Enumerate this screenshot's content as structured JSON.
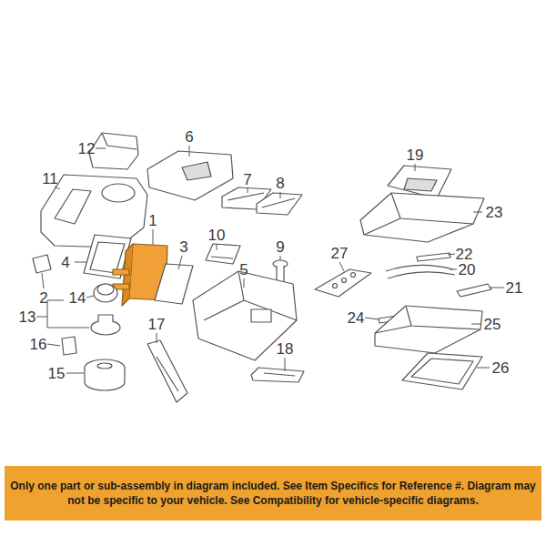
{
  "diagram": {
    "nodes": [
      {
        "text": [
          "Only one part or sub-assembly in diagram included. See Item Specifics for Reference #. Diagram may not be specific to your vehicle. See Compatibility for vehicle-specific diagrams."
        ]
      }
    ],
    "labels": [
      "6",
      "12",
      "19",
      "11",
      "7",
      "8",
      "23",
      "1",
      "10",
      "3",
      "9",
      "27",
      "22",
      "4",
      "5",
      "20",
      "21",
      "2",
      "14",
      "13",
      "24",
      "17",
      "25",
      "16",
      "18",
      "26",
      "15"
    ]
  }
}
